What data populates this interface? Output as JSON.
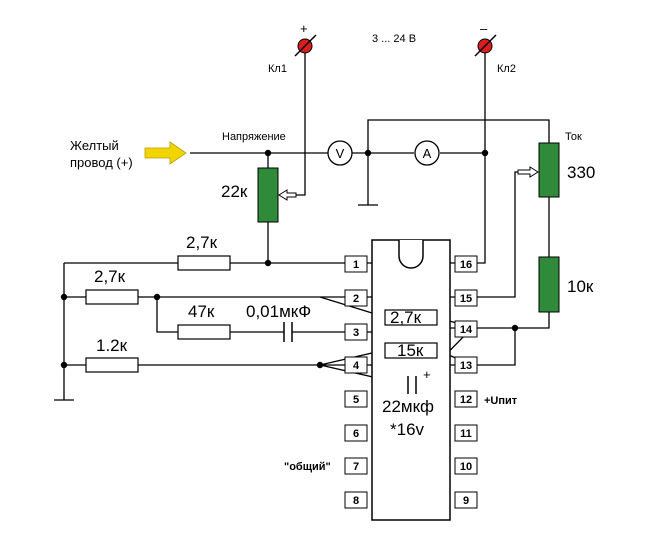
{
  "colors": {
    "resistor_green": "#2f8a3a",
    "terminal_red": "#d81e1e",
    "arrow_yellow": "#f1d400",
    "wire": "#000000"
  },
  "labels": {
    "supply_range": "3 ... 24 В",
    "plus": "+",
    "minus": "–",
    "kl1": "Кл1",
    "kl2": "Кл2",
    "yellow_wire_line1": "Желтый",
    "yellow_wire_line2": "провод (+)",
    "voltage": "Напряжение",
    "current": "Ток",
    "pot_22k": "22к",
    "meter_v": "V",
    "meter_a": "A",
    "r_330": "330",
    "r_10k": "10к",
    "r_2_7k_a": "2,7к",
    "r_2_7k_b": "2,7к",
    "r_2_7k_c": "2,7к",
    "r_47k": "47к",
    "c_001": "0,01мкФ",
    "r_1_2k": "1.2к",
    "r_15k": "15к",
    "c_plus": "+",
    "c_22": "22мкф",
    "c_16v": "*16v",
    "vcc": "+Uпит",
    "common": "\"общий\""
  },
  "ic_pins": {
    "left": [
      "1",
      "2",
      "3",
      "4",
      "5",
      "6",
      "7",
      "8"
    ],
    "right": [
      "16",
      "15",
      "14",
      "13",
      "12",
      "11",
      "10",
      "9"
    ]
  }
}
